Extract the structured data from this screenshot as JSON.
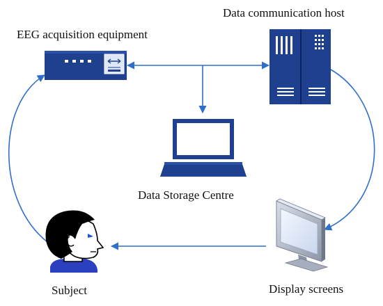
{
  "nodes": {
    "eeg": {
      "label": "EEG acquisition equipment",
      "icon": "eeg-device-icon"
    },
    "host": {
      "label": "Data communication host",
      "icon": "server-icon"
    },
    "storage": {
      "label": "Data Storage Centre",
      "icon": "laptop-icon"
    },
    "display": {
      "label": "Display screens",
      "icon": "monitor-icon"
    },
    "subject": {
      "label": "Subject",
      "icon": "person-head-icon"
    }
  },
  "connections": [
    {
      "from": "eeg",
      "to": "host",
      "direction": "both"
    },
    {
      "from": "junction",
      "to": "storage",
      "direction": "one-way"
    },
    {
      "from": "host",
      "to": "display",
      "direction": "one-way"
    },
    {
      "from": "display",
      "to": "subject",
      "direction": "one-way"
    },
    {
      "from": "subject",
      "to": "eeg",
      "direction": "one-way"
    }
  ],
  "colors": {
    "device_blue": "#1f3f8f",
    "device_blue_dark": "#16307a",
    "arrow_blue": "#2e6fc9",
    "hair": "#000000",
    "skin": "#ffffff",
    "shirt": "#2b3fbf",
    "eye": "#1a56d6",
    "monitor_frame": "#b8c0d0",
    "monitor_screen": "#e8f0ff"
  }
}
